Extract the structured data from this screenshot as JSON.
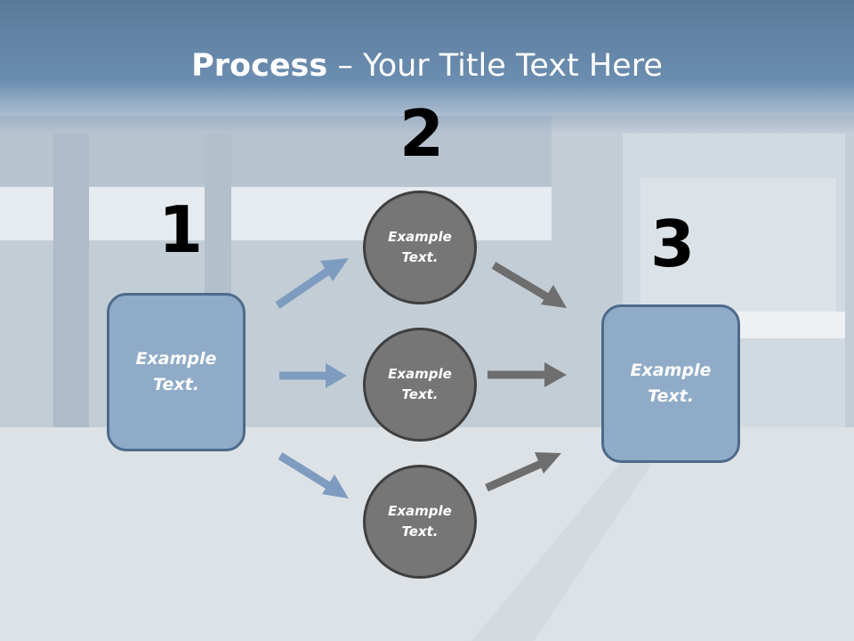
{
  "title": {
    "bold": "Process",
    "rest": " – Your Title Text Here"
  },
  "steps": {
    "one": "1",
    "two": "2",
    "three": "3"
  },
  "nodes": {
    "left": "Example\nText.",
    "top": "Example\nText.",
    "middle": "Example\nText.",
    "bottom": "Example\nText.",
    "right": "Example\nText."
  },
  "colors": {
    "box_fill": "#8fabc8",
    "circle_fill": "#767676",
    "arrow_blue": "#7e9cbf",
    "arrow_gray": "#6e6e6e"
  }
}
